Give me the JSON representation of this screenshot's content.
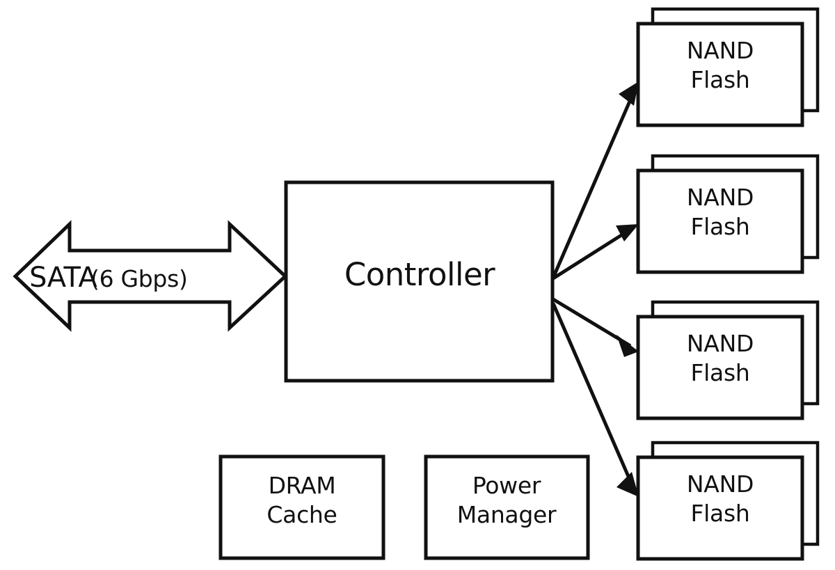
{
  "diagram": {
    "title": "SSD internal architecture block diagram",
    "colors": {
      "stroke": "#111111",
      "fill": "#ffffff",
      "background": "#ffffff"
    },
    "host_interface": {
      "name": "sata-interface-arrow",
      "protocol": "SATA",
      "speed": "(6 Gbps)",
      "direction": "bidirectional"
    },
    "controller": {
      "label": "Controller"
    },
    "support_blocks": [
      {
        "label_line1": "DRAM",
        "label_line2": "Cache"
      },
      {
        "label_line1": "Power",
        "label_line2": "Manager"
      }
    ],
    "flash_channels": [
      {
        "label_line1": "NAND",
        "label_line2": "Flash"
      },
      {
        "label_line1": "NAND",
        "label_line2": "Flash"
      },
      {
        "label_line1": "NAND",
        "label_line2": "Flash"
      },
      {
        "label_line1": "NAND",
        "label_line2": "Flash"
      }
    ],
    "connections": [
      {
        "from": "controller",
        "to": "nand-flash-1"
      },
      {
        "from": "controller",
        "to": "nand-flash-2"
      },
      {
        "from": "controller",
        "to": "nand-flash-3"
      },
      {
        "from": "controller",
        "to": "nand-flash-4"
      }
    ]
  }
}
